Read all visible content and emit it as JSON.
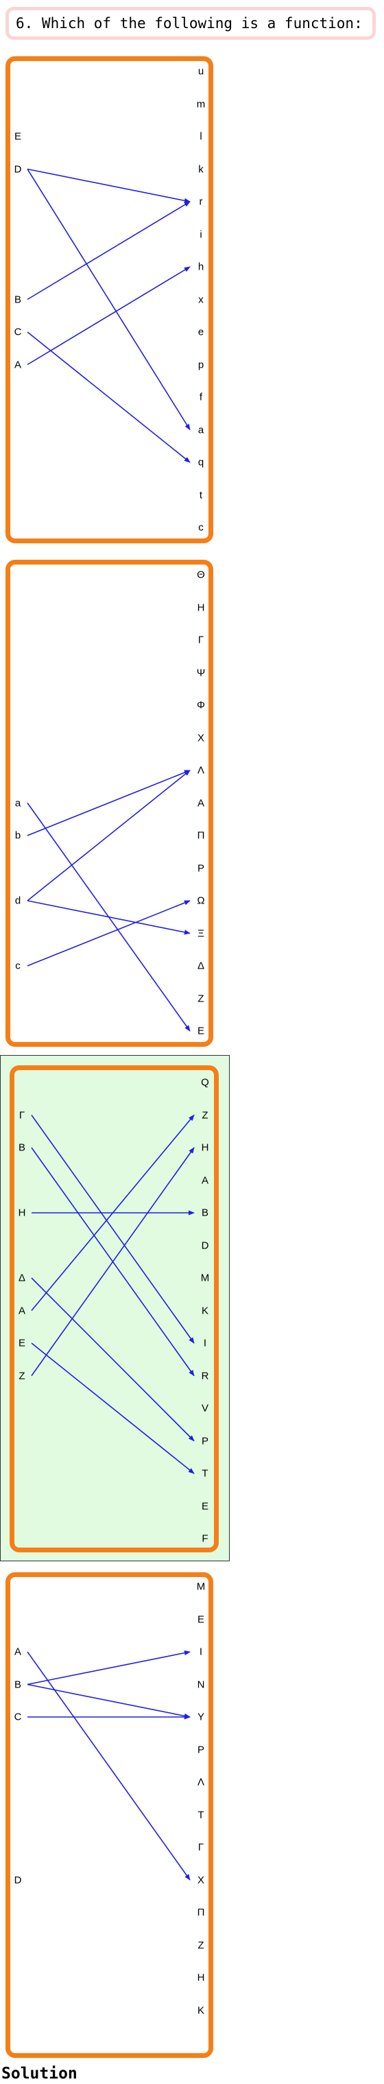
{
  "question": "6. Which of the following is a function:",
  "solution_label": "Solution",
  "colors": {
    "panel_border": "#f57f17",
    "arrow": "#1f1fe6",
    "highlight_bg": "#e0fbe0",
    "question_border": "#f9d6d6"
  },
  "mappings": [
    {
      "highlighted": false,
      "domain": [
        "E",
        "D",
        "B",
        "C",
        "A"
      ],
      "codomain": [
        "u",
        "m",
        "l",
        "k",
        "r",
        "i",
        "h",
        "x",
        "e",
        "p",
        "f",
        "a",
        "q",
        "t",
        "c"
      ],
      "arrows": [
        [
          "D",
          "r"
        ],
        [
          "D",
          "a"
        ],
        [
          "B",
          "r"
        ],
        [
          "C",
          "q"
        ],
        [
          "A",
          "h"
        ]
      ]
    },
    {
      "highlighted": false,
      "domain": [
        "a",
        "b",
        "d",
        "c"
      ],
      "codomain": [
        "Θ",
        "H",
        "Γ",
        "Ψ",
        "Φ",
        "X",
        "Λ",
        "A",
        "Π",
        "P",
        "Ω",
        "Ξ",
        "Δ",
        "Z",
        "E"
      ],
      "arrows": [
        [
          "a",
          "E"
        ],
        [
          "b",
          "Λ"
        ],
        [
          "d",
          "Λ"
        ],
        [
          "d",
          "Ξ"
        ],
        [
          "c",
          "Ω"
        ]
      ]
    },
    {
      "highlighted": true,
      "domain": [
        "Γ",
        "B",
        "H",
        "Δ",
        "A",
        "E",
        "Z"
      ],
      "codomain": [
        "Q",
        "Z",
        "H",
        "A",
        "B",
        "D",
        "M",
        "K",
        "I",
        "R",
        "V",
        "P",
        "T",
        "E",
        "F"
      ],
      "arrows": [
        [
          "Γ",
          "I"
        ],
        [
          "B",
          "R"
        ],
        [
          "H",
          "B"
        ],
        [
          "Δ",
          "P"
        ],
        [
          "A",
          "Z"
        ],
        [
          "E",
          "T"
        ],
        [
          "Z",
          "H"
        ]
      ]
    },
    {
      "highlighted": false,
      "domain": [
        "A",
        "B",
        "C",
        "D"
      ],
      "codomain": [
        "M",
        "E",
        "I",
        "N",
        "Y",
        "P",
        "Λ",
        "T",
        "Γ",
        "X",
        "Π",
        "Z",
        "H",
        "K"
      ],
      "arrows": [
        [
          "A",
          "X"
        ],
        [
          "B",
          "I"
        ],
        [
          "B",
          "Y"
        ],
        [
          "C",
          "Y"
        ]
      ]
    }
  ]
}
